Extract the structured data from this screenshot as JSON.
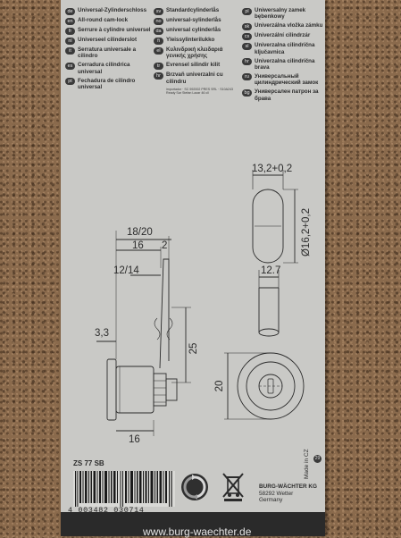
{
  "languages": {
    "col1": [
      {
        "code": "de",
        "text": "Universal-Zylinderschloss"
      },
      {
        "code": "en",
        "text": "All-round cam-lock"
      },
      {
        "code": "fr",
        "text": "Serrure à cylindre universel"
      },
      {
        "code": "nl",
        "text": "Universeel cilinderslot"
      },
      {
        "code": "it",
        "text": "Serratura universale a cilindro"
      },
      {
        "code": "es",
        "text": "Cerradura cilíndrica universal"
      },
      {
        "code": "pt",
        "text": "Fechadura de cilindro universal"
      }
    ],
    "col2": [
      {
        "code": "sv",
        "text": "Standardcylinderlås"
      },
      {
        "code": "no",
        "text": "universal-sylinderlås"
      },
      {
        "code": "da",
        "text": "universal cylinderlås"
      },
      {
        "code": "fi",
        "text": "Yleissylinterilukko"
      },
      {
        "code": "el",
        "text": "Κυλινδρική κλειδαριά γενικής χρήσης"
      },
      {
        "code": "tr",
        "text": "Evrensel silindir kilit"
      },
      {
        "code": "hr",
        "text": "Brzvaň univerzalni cu cilindru"
      }
    ],
    "col2_note": "importador · SC 592002 PRES SRL · S10A243 Ready Sar Stefan Lazar 46 cll",
    "col3": [
      {
        "code": "pl",
        "text": "Uniwersalny zamek bębenkowy"
      },
      {
        "code": "sk",
        "text": "Univerzálna vložka zámku"
      },
      {
        "code": "cs",
        "text": "Univerzální cilindrzár"
      },
      {
        "code": "sl",
        "text": "Univerzalna cilindrična ključavnica"
      },
      {
        "code": "hr",
        "text": "Univerzalna cilindrična brava"
      },
      {
        "code": "ru",
        "text": "Универсальный цилиндрический замок"
      },
      {
        "code": "bg",
        "text": "Универсален патрон за брава"
      }
    ]
  },
  "dimensions": {
    "top_width": "13,2+0,2",
    "side_height": "Ø16,2+0,2",
    "d_18_20": "18/20",
    "d_16_top": "16",
    "d_2": "2",
    "d_12_14": "12/14",
    "d_12_7": "12.7",
    "d_3_3": "3,3",
    "d_25": "25",
    "d_20": "20",
    "d_16_bottom": "16"
  },
  "model": "ZS 77 SB",
  "barcode_number": "4 003482 030714",
  "company": {
    "name": "BURG-WÄCHTER KG",
    "line2": "58292 Wetter",
    "line3": "Germany"
  },
  "made_in": "Made in CZ",
  "badge_number": "29",
  "footer_url": "www.burg-waechter.de",
  "icons": [
    "green-dot-icon",
    "recycle-bin-icon"
  ],
  "colors": {
    "card": "#c9c9c6",
    "cork": "#8a6a4c",
    "footer": "#2a2a2a"
  }
}
